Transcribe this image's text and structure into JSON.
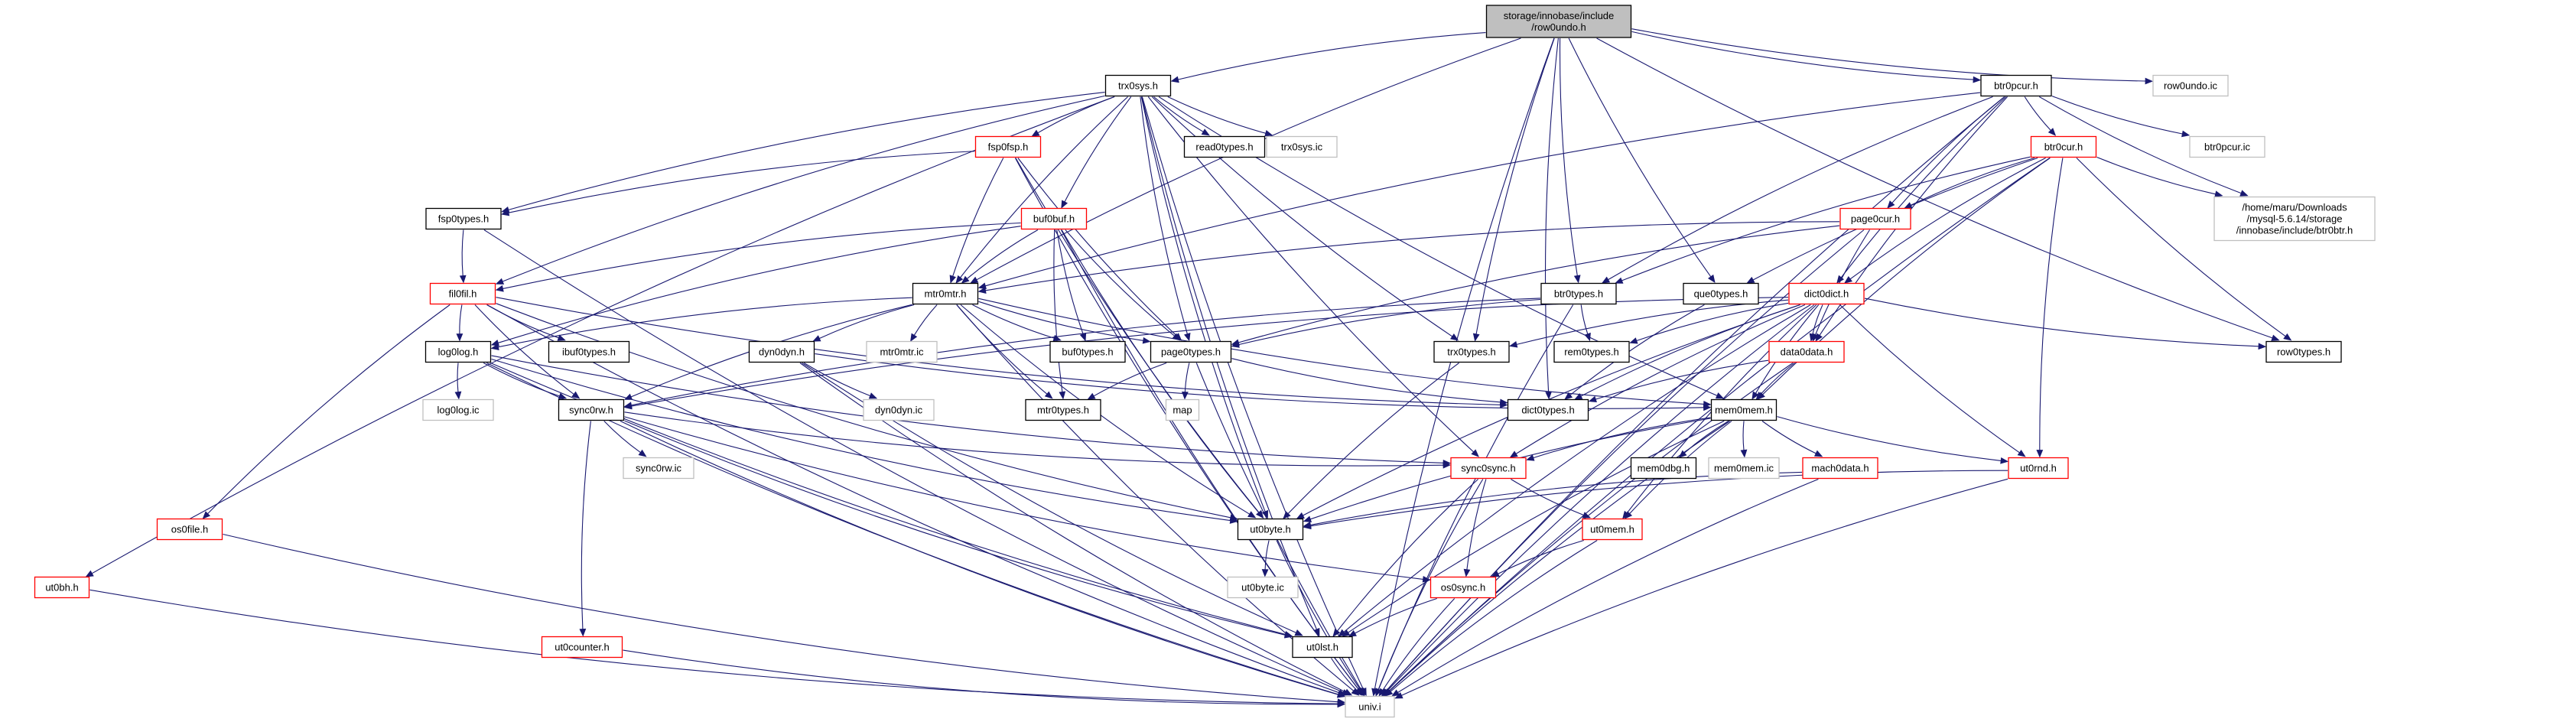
{
  "styles": {
    "edge_color": "#191970",
    "text_color": "#000000",
    "root_fill": "#bfbfbf",
    "box_fill": "#ffffff",
    "border": {
      "black": "#000000",
      "red": "#ff0000",
      "gray": "#bfbfbf"
    }
  },
  "nodes": [
    {
      "id": "root",
      "lines": [
        "storage/innobase/include",
        "/row0undo.h"
      ],
      "style": "root"
    },
    {
      "id": "row0undo_ic",
      "lines": [
        "row0undo.ic"
      ],
      "style": "gray"
    },
    {
      "id": "trx0sys_h",
      "lines": [
        "trx0sys.h"
      ],
      "style": "black"
    },
    {
      "id": "btr0pcur_h",
      "lines": [
        "btr0pcur.h"
      ],
      "style": "black"
    },
    {
      "id": "fsp0fsp_h",
      "lines": [
        "fsp0fsp.h"
      ],
      "style": "red"
    },
    {
      "id": "read0types_h",
      "lines": [
        "read0types.h"
      ],
      "style": "black"
    },
    {
      "id": "trx0sys_ic",
      "lines": [
        "trx0sys.ic"
      ],
      "style": "gray"
    },
    {
      "id": "btr0cur_h",
      "lines": [
        "btr0cur.h"
      ],
      "style": "red"
    },
    {
      "id": "btr0pcur_ic",
      "lines": [
        "btr0pcur.ic"
      ],
      "style": "gray"
    },
    {
      "id": "fsp0types_h",
      "lines": [
        "fsp0types.h"
      ],
      "style": "black"
    },
    {
      "id": "buf0buf_h",
      "lines": [
        "buf0buf.h"
      ],
      "style": "red"
    },
    {
      "id": "page0cur_h",
      "lines": [
        "page0cur.h"
      ],
      "style": "red"
    },
    {
      "id": "btr0btr_path",
      "lines": [
        "/home/maru/Downloads",
        "/mysql-5.6.14/storage",
        "/innobase/include/btr0btr.h"
      ],
      "style": "gray"
    },
    {
      "id": "fil0fil_h",
      "lines": [
        "fil0fil.h"
      ],
      "style": "red"
    },
    {
      "id": "mtr0mtr_h",
      "lines": [
        "mtr0mtr.h"
      ],
      "style": "black"
    },
    {
      "id": "btr0types_h",
      "lines": [
        "btr0types.h"
      ],
      "style": "black"
    },
    {
      "id": "que0types_h",
      "lines": [
        "que0types.h"
      ],
      "style": "black"
    },
    {
      "id": "dict0dict_h",
      "lines": [
        "dict0dict.h"
      ],
      "style": "red"
    },
    {
      "id": "ibuf0types_h",
      "lines": [
        "ibuf0types.h"
      ],
      "style": "black"
    },
    {
      "id": "log0log_h",
      "lines": [
        "log0log.h"
      ],
      "style": "black"
    },
    {
      "id": "dyn0dyn_h",
      "lines": [
        "dyn0dyn.h"
      ],
      "style": "black"
    },
    {
      "id": "mtr0mtr_ic",
      "lines": [
        "mtr0mtr.ic"
      ],
      "style": "gray"
    },
    {
      "id": "buf0types_h",
      "lines": [
        "buf0types.h"
      ],
      "style": "black"
    },
    {
      "id": "page0types_h",
      "lines": [
        "page0types.h"
      ],
      "style": "black"
    },
    {
      "id": "trx0types_h",
      "lines": [
        "trx0types.h"
      ],
      "style": "black"
    },
    {
      "id": "rem0types_h",
      "lines": [
        "rem0types.h"
      ],
      "style": "black"
    },
    {
      "id": "data0data_h",
      "lines": [
        "data0data.h"
      ],
      "style": "red"
    },
    {
      "id": "row0types_h",
      "lines": [
        "row0types.h"
      ],
      "style": "black"
    },
    {
      "id": "log0log_ic",
      "lines": [
        "log0log.ic"
      ],
      "style": "gray"
    },
    {
      "id": "sync0rw_h",
      "lines": [
        "sync0rw.h"
      ],
      "style": "black"
    },
    {
      "id": "dyn0dyn_ic",
      "lines": [
        "dyn0dyn.ic"
      ],
      "style": "gray"
    },
    {
      "id": "map",
      "lines": [
        "map"
      ],
      "style": "gray"
    },
    {
      "id": "mtr0types_h",
      "lines": [
        "mtr0types.h"
      ],
      "style": "black"
    },
    {
      "id": "dict0types_h",
      "lines": [
        "dict0types.h"
      ],
      "style": "black"
    },
    {
      "id": "mem0mem_h",
      "lines": [
        "mem0mem.h"
      ],
      "style": "black"
    },
    {
      "id": "sync0rw_ic",
      "lines": [
        "sync0rw.ic"
      ],
      "style": "gray"
    },
    {
      "id": "sync0sync_h",
      "lines": [
        "sync0sync.h"
      ],
      "style": "red"
    },
    {
      "id": "mem0dbg_h",
      "lines": [
        "mem0dbg.h"
      ],
      "style": "black"
    },
    {
      "id": "mem0mem_ic",
      "lines": [
        "mem0mem.ic"
      ],
      "style": "gray"
    },
    {
      "id": "mach0data_h",
      "lines": [
        "mach0data.h"
      ],
      "style": "red"
    },
    {
      "id": "ut0rnd_h",
      "lines": [
        "ut0rnd.h"
      ],
      "style": "red"
    },
    {
      "id": "os0file_h",
      "lines": [
        "os0file.h"
      ],
      "style": "red"
    },
    {
      "id": "ut0byte_h",
      "lines": [
        "ut0byte.h"
      ],
      "style": "black"
    },
    {
      "id": "ut0mem_h",
      "lines": [
        "ut0mem.h"
      ],
      "style": "red"
    },
    {
      "id": "ut0bh_h",
      "lines": [
        "ut0bh.h"
      ],
      "style": "red"
    },
    {
      "id": "ut0byte_ic",
      "lines": [
        "ut0byte.ic"
      ],
      "style": "gray"
    },
    {
      "id": "os0sync_h",
      "lines": [
        "os0sync.h"
      ],
      "style": "red"
    },
    {
      "id": "ut0counter_h",
      "lines": [
        "ut0counter.h"
      ],
      "style": "red"
    },
    {
      "id": "ut0lst_h",
      "lines": [
        "ut0lst.h"
      ],
      "style": "black"
    },
    {
      "id": "univ_i",
      "lines": [
        "univ.i"
      ],
      "style": "gray"
    }
  ],
  "edges": [
    [
      "root",
      "row0undo_ic"
    ],
    [
      "root",
      "trx0sys_h"
    ],
    [
      "root",
      "btr0pcur_h"
    ],
    [
      "root",
      "mtr0mtr_h"
    ],
    [
      "root",
      "btr0types_h"
    ],
    [
      "root",
      "que0types_h"
    ],
    [
      "root",
      "trx0types_h"
    ],
    [
      "root",
      "dict0types_h"
    ],
    [
      "root",
      "row0types_h"
    ],
    [
      "root",
      "univ_i"
    ],
    [
      "trx0sys_h",
      "fsp0fsp_h"
    ],
    [
      "trx0sys_h",
      "read0types_h"
    ],
    [
      "trx0sys_h",
      "trx0sys_ic"
    ],
    [
      "trx0sys_h",
      "fsp0types_h"
    ],
    [
      "trx0sys_h",
      "buf0buf_h"
    ],
    [
      "trx0sys_h",
      "fil0fil_h"
    ],
    [
      "trx0sys_h",
      "mtr0mtr_h"
    ],
    [
      "trx0sys_h",
      "page0types_h"
    ],
    [
      "trx0sys_h",
      "trx0types_h"
    ],
    [
      "trx0sys_h",
      "mem0mem_h"
    ],
    [
      "trx0sys_h",
      "sync0sync_h"
    ],
    [
      "trx0sys_h",
      "ut0byte_h"
    ],
    [
      "trx0sys_h",
      "ut0bh_h"
    ],
    [
      "trx0sys_h",
      "ut0lst_h"
    ],
    [
      "trx0sys_h",
      "univ_i"
    ],
    [
      "btr0pcur_h",
      "btr0cur_h"
    ],
    [
      "btr0pcur_h",
      "btr0pcur_ic"
    ],
    [
      "btr0pcur_h",
      "btr0btr_path"
    ],
    [
      "btr0pcur_h",
      "page0cur_h"
    ],
    [
      "btr0pcur_h",
      "dict0dict_h"
    ],
    [
      "btr0pcur_h",
      "data0data_h"
    ],
    [
      "btr0pcur_h",
      "mtr0mtr_h"
    ],
    [
      "btr0pcur_h",
      "btr0types_h"
    ],
    [
      "btr0pcur_h",
      "univ_i"
    ],
    [
      "fsp0fsp_h",
      "fsp0types_h"
    ],
    [
      "fsp0fsp_h",
      "mtr0mtr_h"
    ],
    [
      "fsp0fsp_h",
      "page0types_h"
    ],
    [
      "fsp0fsp_h",
      "ut0byte_h"
    ],
    [
      "fsp0fsp_h",
      "univ_i"
    ],
    [
      "btr0cur_h",
      "btr0btr_path"
    ],
    [
      "btr0cur_h",
      "page0cur_h"
    ],
    [
      "btr0cur_h",
      "btr0types_h"
    ],
    [
      "btr0cur_h",
      "dict0dict_h"
    ],
    [
      "btr0cur_h",
      "que0types_h"
    ],
    [
      "btr0cur_h",
      "row0types_h"
    ],
    [
      "btr0cur_h",
      "mem0mem_h"
    ],
    [
      "btr0cur_h",
      "ut0rnd_h"
    ],
    [
      "btr0cur_h",
      "univ_i"
    ],
    [
      "fsp0types_h",
      "fil0fil_h"
    ],
    [
      "fsp0types_h",
      "univ_i"
    ],
    [
      "buf0buf_h",
      "fil0fil_h"
    ],
    [
      "buf0buf_h",
      "mtr0mtr_h"
    ],
    [
      "buf0buf_h",
      "buf0types_h"
    ],
    [
      "buf0buf_h",
      "page0types_h"
    ],
    [
      "buf0buf_h",
      "mtr0types_h"
    ],
    [
      "buf0buf_h",
      "log0log_h"
    ],
    [
      "buf0buf_h",
      "ut0byte_h"
    ],
    [
      "buf0buf_h",
      "univ_i"
    ],
    [
      "page0cur_h",
      "page0types_h"
    ],
    [
      "page0cur_h",
      "data0data_h"
    ],
    [
      "page0cur_h",
      "mtr0mtr_h"
    ],
    [
      "page0cur_h",
      "univ_i"
    ],
    [
      "fil0fil_h",
      "ibuf0types_h"
    ],
    [
      "fil0fil_h",
      "log0log_h"
    ],
    [
      "fil0fil_h",
      "sync0rw_h"
    ],
    [
      "fil0fil_h",
      "dict0types_h"
    ],
    [
      "fil0fil_h",
      "os0file_h"
    ],
    [
      "fil0fil_h",
      "ut0byte_h"
    ],
    [
      "fil0fil_h",
      "univ_i"
    ],
    [
      "mtr0mtr_h",
      "mtr0mtr_ic"
    ],
    [
      "mtr0mtr_h",
      "buf0types_h"
    ],
    [
      "mtr0mtr_h",
      "page0types_h"
    ],
    [
      "mtr0mtr_h",
      "log0log_h"
    ],
    [
      "mtr0mtr_h",
      "dyn0dyn_h"
    ],
    [
      "mtr0mtr_h",
      "sync0rw_h"
    ],
    [
      "mtr0mtr_h",
      "mtr0types_h"
    ],
    [
      "mtr0mtr_h",
      "mem0mem_h"
    ],
    [
      "mtr0mtr_h",
      "ut0byte_h"
    ],
    [
      "mtr0mtr_h",
      "univ_i"
    ],
    [
      "btr0types_h",
      "rem0types_h"
    ],
    [
      "btr0types_h",
      "page0types_h"
    ],
    [
      "btr0types_h",
      "sync0rw_h"
    ],
    [
      "btr0types_h",
      "univ_i"
    ],
    [
      "que0types_h",
      "dict0types_h"
    ],
    [
      "dict0dict_h",
      "data0data_h"
    ],
    [
      "dict0dict_h",
      "row0types_h"
    ],
    [
      "dict0dict_h",
      "rem0types_h"
    ],
    [
      "dict0dict_h",
      "trx0types_h"
    ],
    [
      "dict0dict_h",
      "dict0types_h"
    ],
    [
      "dict0dict_h",
      "mem0mem_h"
    ],
    [
      "dict0dict_h",
      "sync0sync_h"
    ],
    [
      "dict0dict_h",
      "sync0rw_h"
    ],
    [
      "dict0dict_h",
      "ut0rnd_h"
    ],
    [
      "dict0dict_h",
      "ut0byte_h"
    ],
    [
      "dict0dict_h",
      "ut0mem_h"
    ],
    [
      "dict0dict_h",
      "ut0lst_h"
    ],
    [
      "dict0dict_h",
      "univ_i"
    ],
    [
      "log0log_h",
      "log0log_ic"
    ],
    [
      "log0log_h",
      "sync0rw_h"
    ],
    [
      "log0log_h",
      "sync0sync_h"
    ],
    [
      "log0log_h",
      "ut0byte_h"
    ],
    [
      "log0log_h",
      "ut0lst_h"
    ],
    [
      "log0log_h",
      "univ_i"
    ],
    [
      "dyn0dyn_h",
      "dyn0dyn_ic"
    ],
    [
      "dyn0dyn_h",
      "mem0mem_h"
    ],
    [
      "dyn0dyn_h",
      "ut0lst_h"
    ],
    [
      "dyn0dyn_h",
      "univ_i"
    ],
    [
      "page0types_h",
      "map"
    ],
    [
      "page0types_h",
      "mtr0types_h"
    ],
    [
      "page0types_h",
      "dict0types_h"
    ],
    [
      "page0types_h",
      "univ_i"
    ],
    [
      "trx0types_h",
      "ut0byte_h"
    ],
    [
      "data0data_h",
      "dict0types_h"
    ],
    [
      "data0data_h",
      "mem0mem_h"
    ],
    [
      "data0data_h",
      "univ_i"
    ],
    [
      "sync0rw_h",
      "sync0rw_ic"
    ],
    [
      "sync0rw_h",
      "sync0sync_h"
    ],
    [
      "sync0rw_h",
      "os0sync_h"
    ],
    [
      "sync0rw_h",
      "ut0counter_h"
    ],
    [
      "sync0rw_h",
      "ut0lst_h"
    ],
    [
      "sync0rw_h",
      "univ_i"
    ],
    [
      "mem0mem_h",
      "mem0dbg_h"
    ],
    [
      "mem0mem_h",
      "mem0mem_ic"
    ],
    [
      "mem0mem_h",
      "mach0data_h"
    ],
    [
      "mem0mem_h",
      "ut0rnd_h"
    ],
    [
      "mem0mem_h",
      "sync0sync_h"
    ],
    [
      "mem0mem_h",
      "ut0mem_h"
    ],
    [
      "mem0mem_h",
      "ut0byte_h"
    ],
    [
      "mem0mem_h",
      "ut0lst_h"
    ],
    [
      "mem0mem_h",
      "univ_i"
    ],
    [
      "sync0sync_h",
      "ut0mem_h"
    ],
    [
      "sync0sync_h",
      "os0sync_h"
    ],
    [
      "sync0sync_h",
      "ut0lst_h"
    ],
    [
      "sync0sync_h",
      "univ_i"
    ],
    [
      "mach0data_h",
      "ut0byte_h"
    ],
    [
      "mach0data_h",
      "univ_i"
    ],
    [
      "ut0rnd_h",
      "ut0byte_h"
    ],
    [
      "ut0rnd_h",
      "univ_i"
    ],
    [
      "os0file_h",
      "univ_i"
    ],
    [
      "ut0byte_h",
      "ut0byte_ic"
    ],
    [
      "ut0byte_h",
      "univ_i"
    ],
    [
      "ut0mem_h",
      "os0sync_h"
    ],
    [
      "ut0mem_h",
      "univ_i"
    ],
    [
      "ut0bh_h",
      "univ_i"
    ],
    [
      "os0sync_h",
      "ut0lst_h"
    ],
    [
      "os0sync_h",
      "univ_i"
    ],
    [
      "ut0counter_h",
      "univ_i"
    ],
    [
      "ut0lst_h",
      "univ_i"
    ]
  ]
}
